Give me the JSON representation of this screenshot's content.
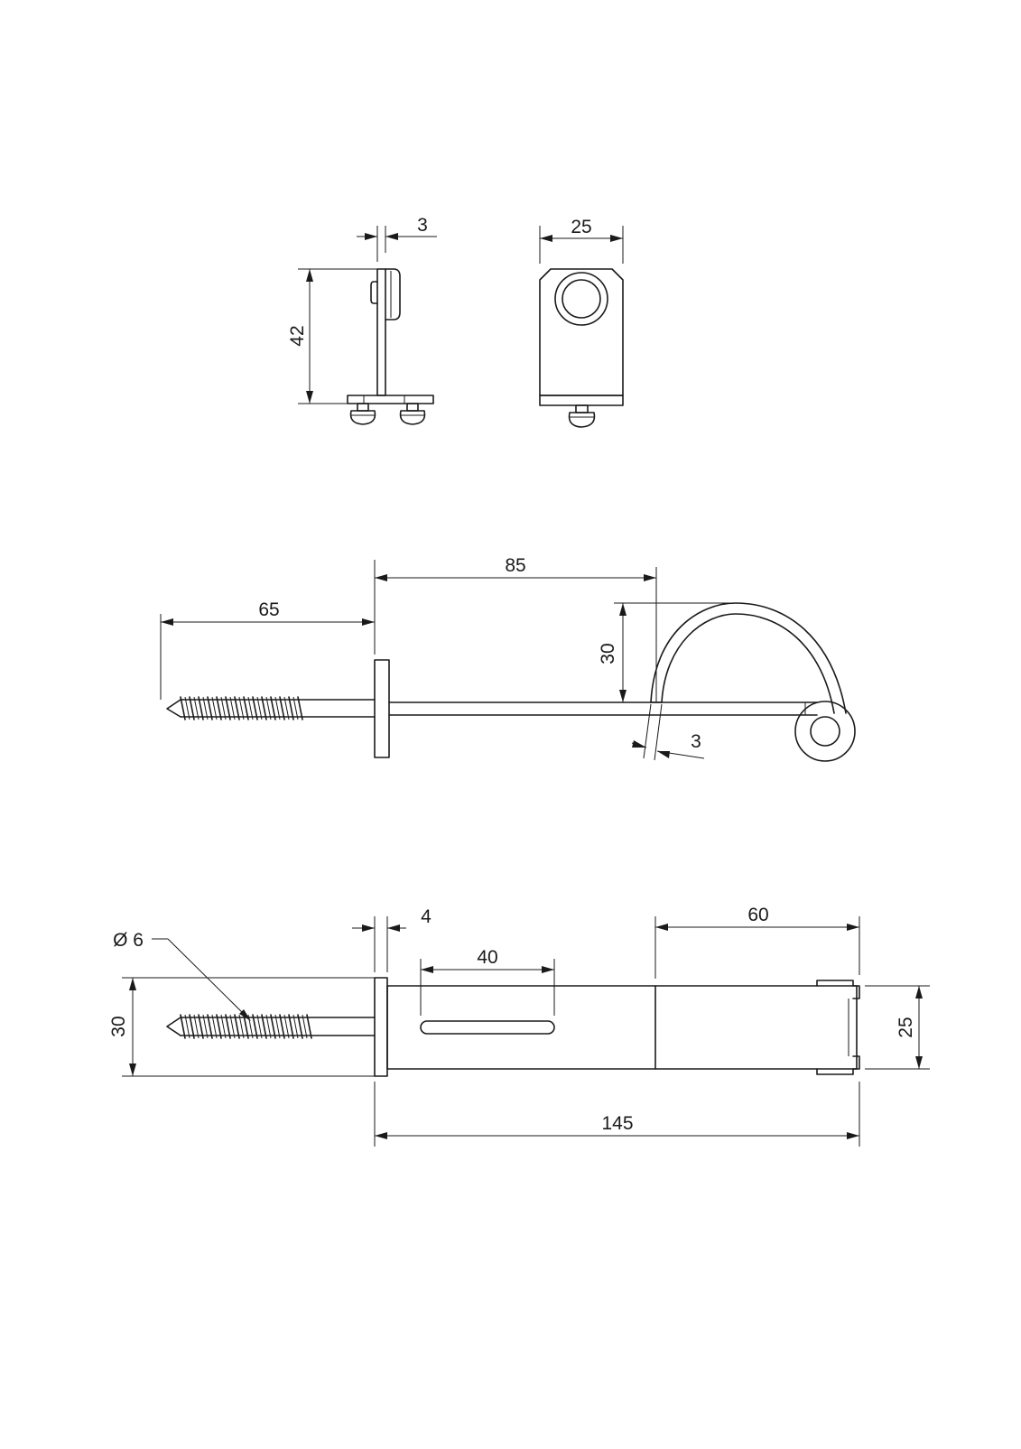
{
  "drawing": {
    "views": {
      "side_view": {
        "dim_thickness": "3",
        "dim_height": "42"
      },
      "front_view": {
        "dim_width": "25"
      },
      "elevation_view": {
        "dim_screw_length": "65",
        "dim_reach": "85",
        "dim_hook_height": "30",
        "dim_rod_thickness": "3"
      },
      "plan_view": {
        "dim_diameter": "Ø 6",
        "dim_plate_thickness": "4",
        "dim_slot_length": "40",
        "dim_end_length": "60",
        "dim_plate_height": "30",
        "dim_bar_width": "25",
        "dim_total_length": "145"
      }
    }
  }
}
